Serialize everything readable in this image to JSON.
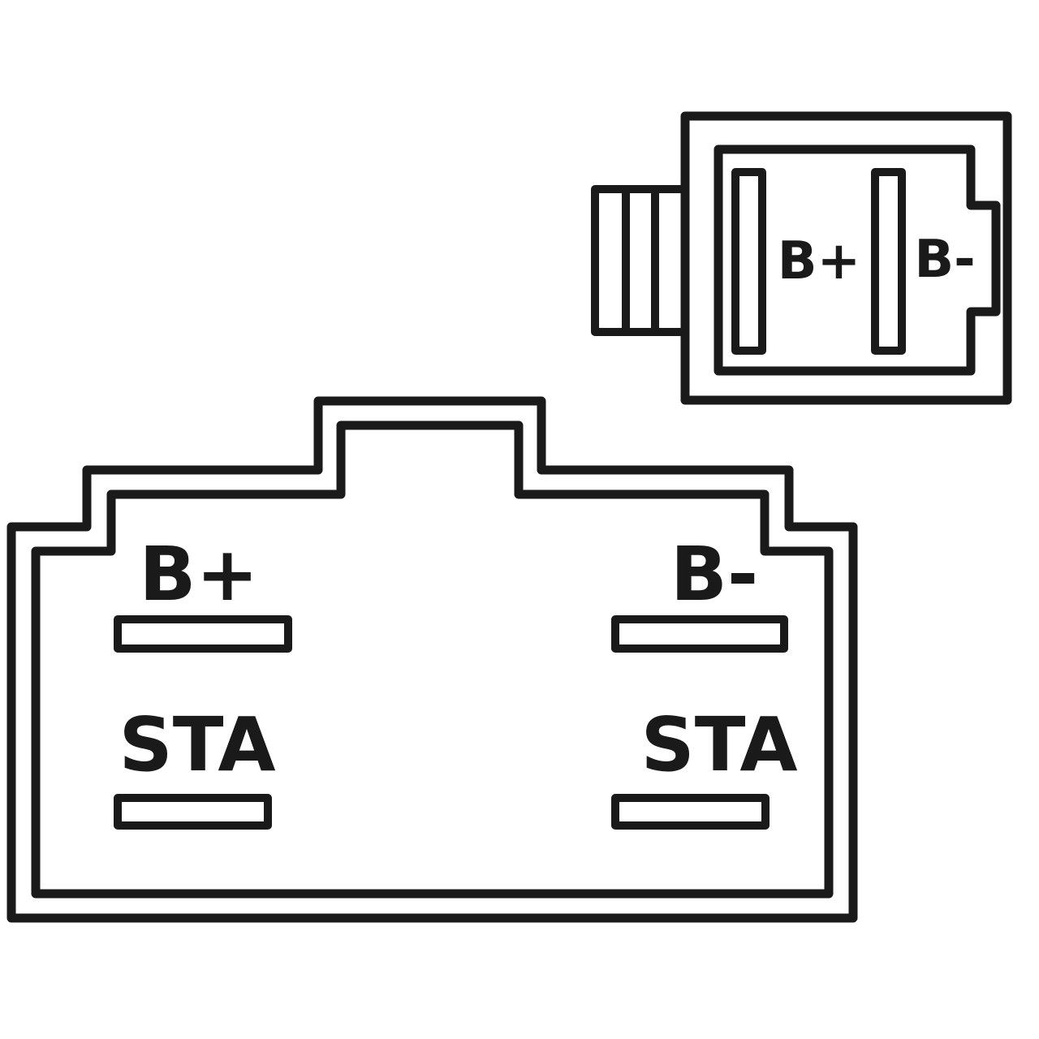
{
  "diagram": {
    "title": "regulator-connector-pinout",
    "background_color": "#ffffff",
    "line_color": "#1a1a1a",
    "top_connector": {
      "labels": {
        "b_plus": "B+",
        "b_minus": "B-"
      }
    },
    "bottom_connector": {
      "labels": {
        "b_plus": "B+",
        "b_minus": "B-",
        "sta_left": "STA",
        "sta_right": "STA"
      }
    }
  }
}
